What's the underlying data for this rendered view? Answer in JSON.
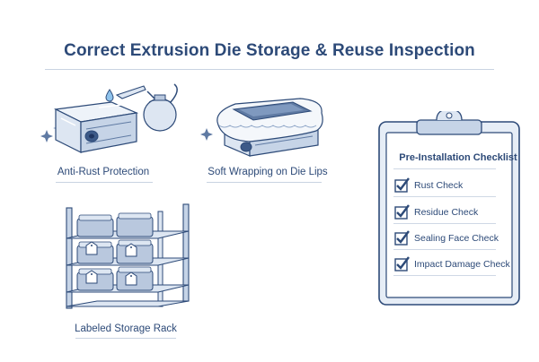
{
  "title": "Correct Extrusion Die Storage & Reuse Inspection",
  "panels": {
    "anti_rust": "Anti-Rust Protection",
    "soft_wrap": "Soft Wrapping on Die Lips",
    "storage_rack": "Labeled Storage Rack"
  },
  "checklist": {
    "title": "Pre-Installation Checklist",
    "items": [
      "Rust Check",
      "Residue Check",
      "Sealing Face Check",
      "Impact Damage Check"
    ]
  },
  "colors": {
    "ink": "#2d4a78",
    "fill_light": "#dde6f2",
    "fill_mid": "#b9c8de",
    "fill_dark": "#5f7aa3",
    "accent_blue": "#8fc3ec"
  }
}
